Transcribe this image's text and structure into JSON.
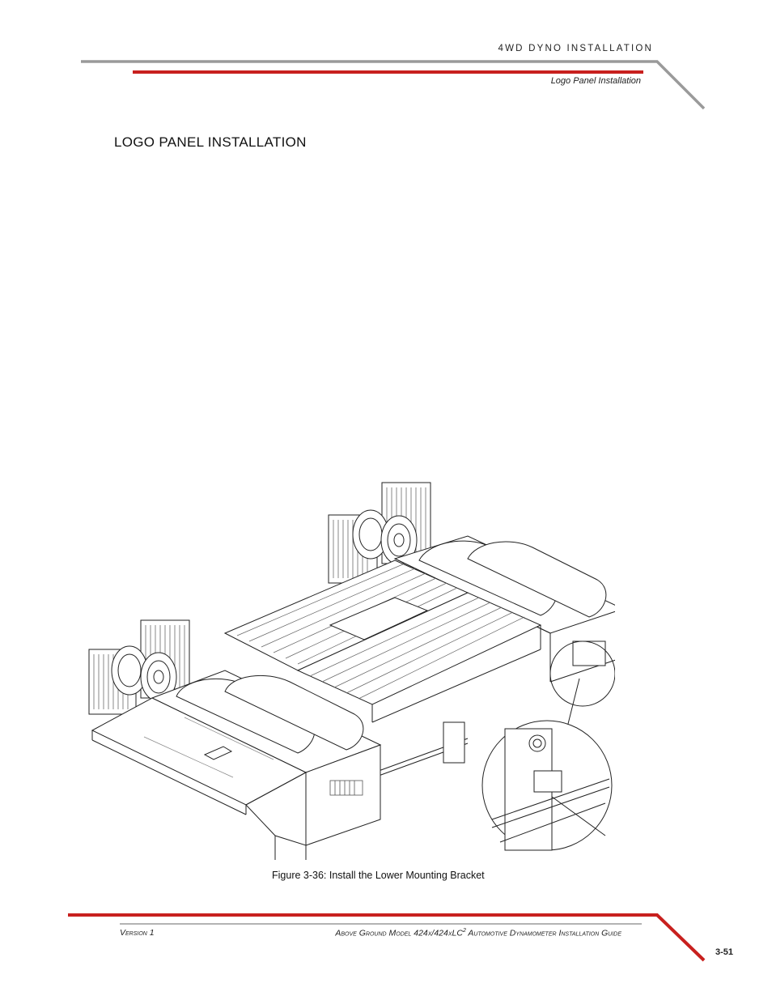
{
  "header": {
    "chapter": "4WD DYNO INSTALLATION",
    "section": "Logo Panel Installation"
  },
  "main": {
    "title": "LOGO PANEL INSTALLATION",
    "figure_caption": "Figure 3-36: Install the Lower Mounting Bracket"
  },
  "footer": {
    "version": "Version 1",
    "guide_prefix": "Above Ground Model 424x/424xLC",
    "guide_sup": "2",
    "guide_suffix": " Automotive Dynamometer Installation Guide",
    "page_number": "3-51"
  },
  "colors": {
    "accent_red": "#c8201e",
    "rule_gray": "#9a9a9a"
  }
}
